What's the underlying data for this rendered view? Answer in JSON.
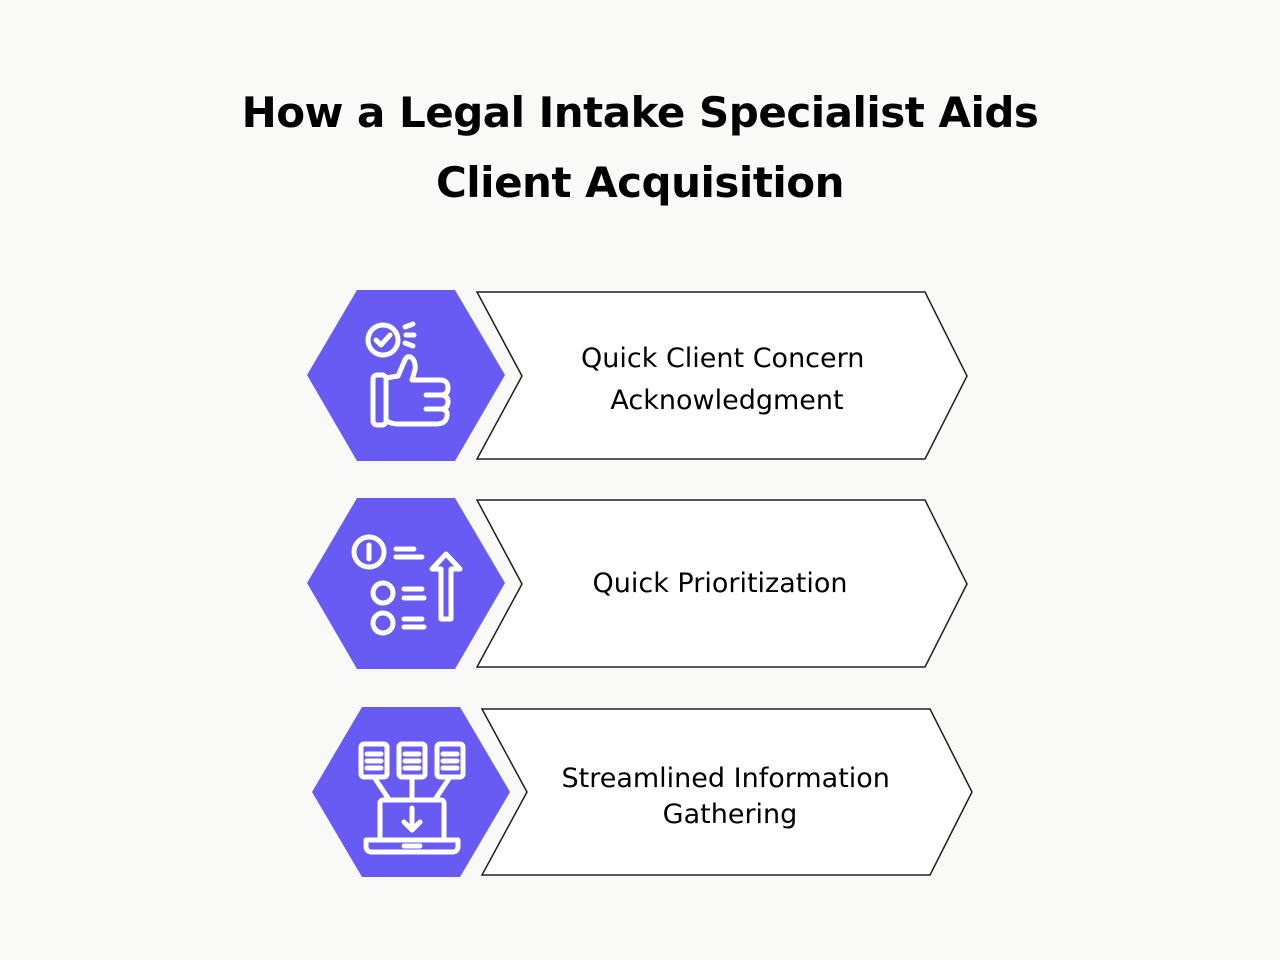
{
  "page": {
    "background": "#F9F9F7",
    "title_lines": [
      "How a Legal Intake Specialist Aids",
      "Client Acquisition"
    ]
  },
  "colors": {
    "hexagon_fill": "#675BF4",
    "icon_stroke": "#FFFFFF",
    "arrow_fill": "#FFFFFF",
    "arrow_stroke": "#1F1F1F",
    "text": "#000000"
  },
  "steps": [
    {
      "icon": "thumbs-up-check-icon",
      "lines": [
        "Quick Client Concern",
        "Acknowledgment"
      ]
    },
    {
      "icon": "priority-list-up-arrow-icon",
      "lines": [
        "Quick Prioritization"
      ]
    },
    {
      "icon": "documents-to-laptop-icon",
      "lines": [
        "Streamlined Information",
        "Gathering"
      ]
    }
  ]
}
